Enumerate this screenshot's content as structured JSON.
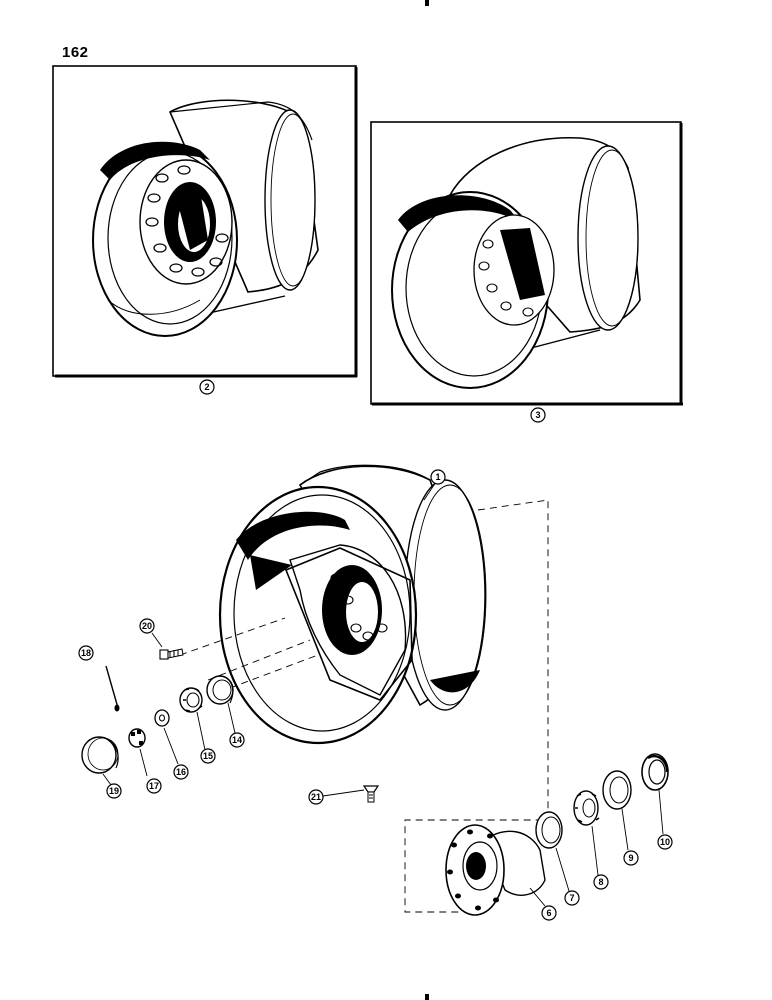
{
  "page": {
    "number": "162"
  },
  "callouts": {
    "c1": "1",
    "c2": "2",
    "c3": "3",
    "c6": "6",
    "c7": "7",
    "c8": "8",
    "c9": "9",
    "c10": "10",
    "c14": "14",
    "c15": "15",
    "c16": "16",
    "c17": "17",
    "c18": "18",
    "c19": "19",
    "c20": "20",
    "c21": "21"
  }
}
